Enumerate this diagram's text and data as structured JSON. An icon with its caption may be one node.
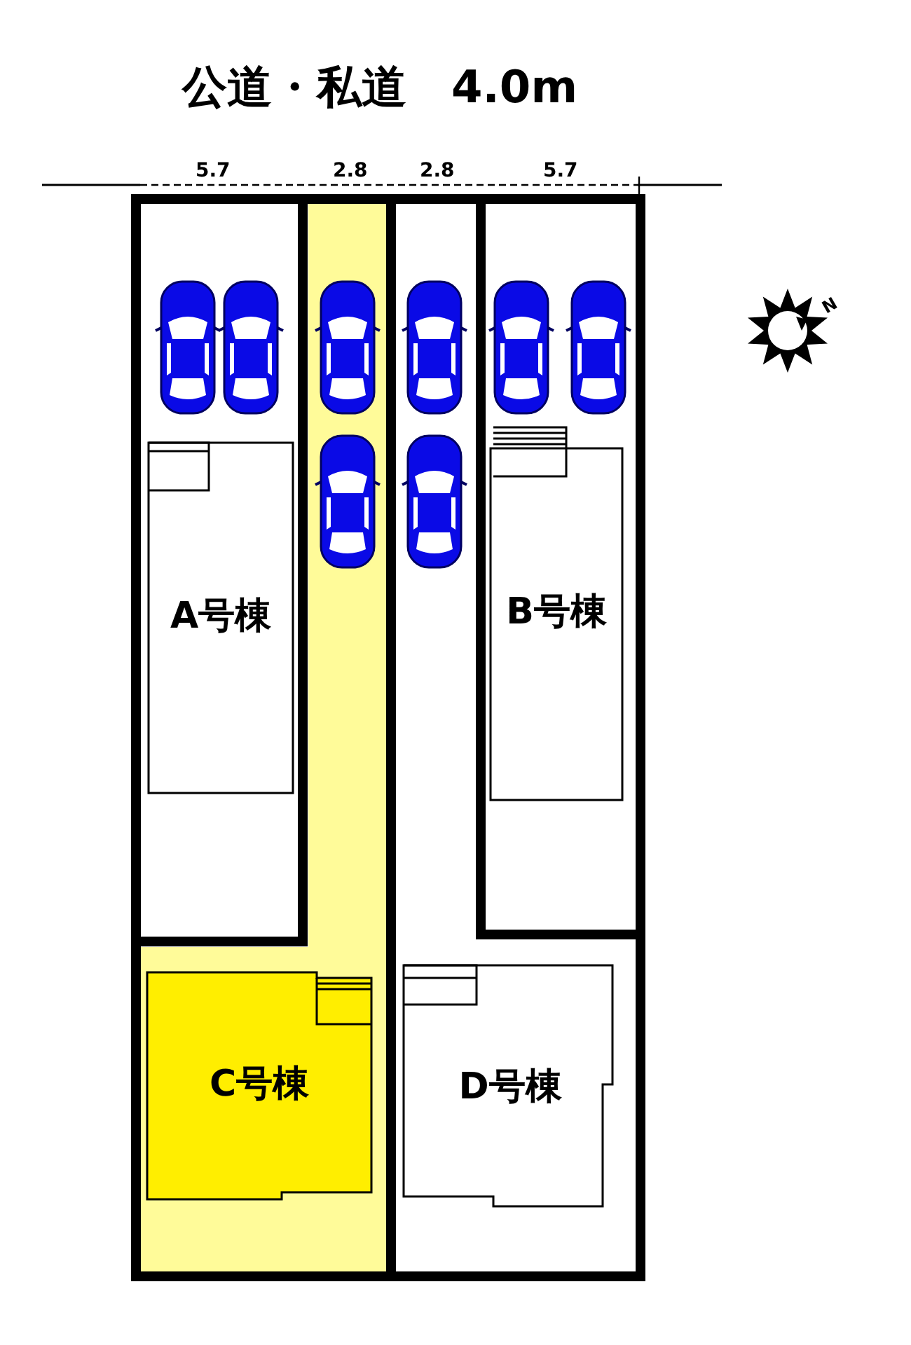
{
  "diagram": {
    "title": "公道・私道　4.0m",
    "nodes": [
      {
        "text": [
          "A号棟"
        ]
      },
      {
        "text": [
          "B号棟"
        ]
      },
      {
        "text": [
          "C号棟"
        ]
      },
      {
        "text": [
          "D号棟"
        ]
      }
    ],
    "labels": [
      "5.7",
      "2.8",
      "2.8",
      "5.7",
      "N"
    ]
  }
}
